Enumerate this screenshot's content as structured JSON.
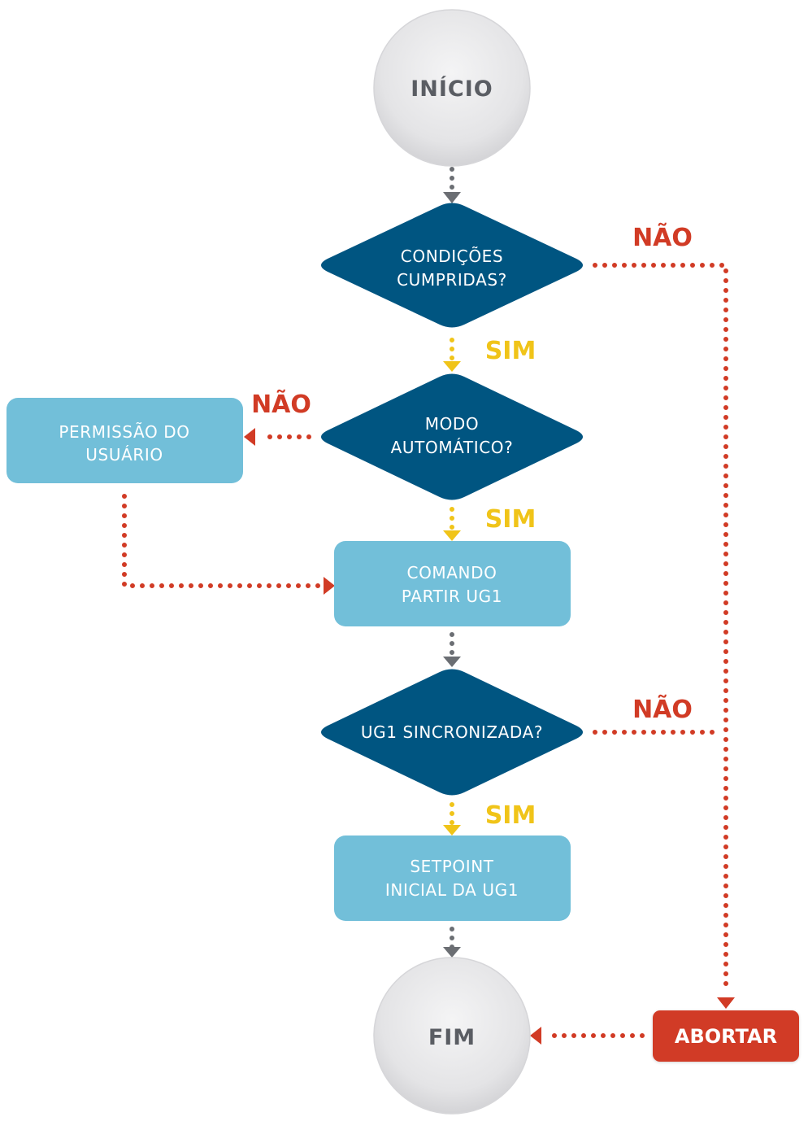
{
  "colors": {
    "decision": "#005581",
    "process": "#72bfd9",
    "terminal": "#e6e6e8",
    "terminal_text": "#5a5d63",
    "yes": "#f0c419",
    "no": "#d13b25",
    "abort": "#d13b25",
    "flow": "#6b6e73"
  },
  "nodes": {
    "inicio": {
      "label": "INÍCIO"
    },
    "condicoes": {
      "line1": "CONDIÇÕES",
      "line2": "CUMPRIDAS?"
    },
    "modo": {
      "line1": "MODO",
      "line2": "AUTOMÁTICO?"
    },
    "permissao": {
      "line1": "PERMISSÃO DO",
      "line2": "USUÁRIO"
    },
    "comando": {
      "line1": "COMANDO",
      "line2": "PARTIR UG1"
    },
    "sincronizada": {
      "label": "UG1 SINCRONIZADA?"
    },
    "setpoint": {
      "line1": "SETPOINT",
      "line2": "INICIAL DA UG1"
    },
    "fim": {
      "label": "FIM"
    },
    "abortar": {
      "label": "ABORTAR"
    }
  },
  "edge_labels": {
    "yes": "SIM",
    "no": "NÃO"
  }
}
